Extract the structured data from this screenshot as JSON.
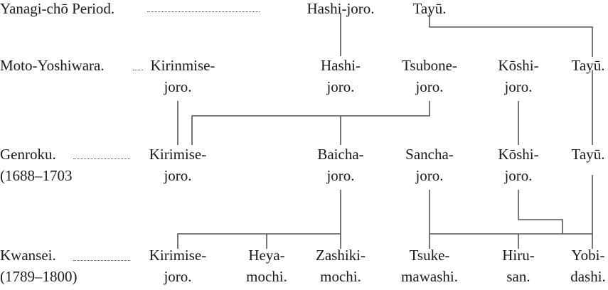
{
  "periods": [
    {
      "name": "Yanagi-chō Period.",
      "dates": ""
    },
    {
      "name": "Moto-Yoshiwara.",
      "dates": ""
    },
    {
      "name": "Genroku.",
      "dates": "(1688–1703"
    },
    {
      "name": "Kwansei.",
      "dates": "(1789–1800)"
    }
  ],
  "rows": {
    "yanagi": [
      {
        "line1": "Hashi-joro.",
        "line2": ""
      },
      {
        "line1": "Tayū.",
        "line2": ""
      }
    ],
    "moto": [
      {
        "line1": "Kirinmise-",
        "line2": "joro."
      },
      {
        "line1": "Hashi-",
        "line2": "joro."
      },
      {
        "line1": "Tsubone-",
        "line2": "joro."
      },
      {
        "line1": "Kōshi-",
        "line2": "joro."
      },
      {
        "line1": "Tayū.",
        "line2": ""
      }
    ],
    "genroku": [
      {
        "line1": "Kirimise-",
        "line2": "joro."
      },
      {
        "line1": "Baicha-",
        "line2": "joro."
      },
      {
        "line1": "Sancha-",
        "line2": "joro."
      },
      {
        "line1": "Kōshi-",
        "line2": "joro."
      },
      {
        "line1": "Tayū.",
        "line2": ""
      }
    ],
    "kwansei": [
      {
        "line1": "Kirimise-",
        "line2": "joro."
      },
      {
        "line1": "Heya-",
        "line2": "mochi."
      },
      {
        "line1": "Zashiki-",
        "line2": "mochi."
      },
      {
        "line1": "Tsuke-",
        "line2": "mawashi."
      },
      {
        "line1": "Hiru-",
        "line2": "san."
      },
      {
        "line1": "Yobi-",
        "line2": "dashi."
      }
    ]
  },
  "colors": {
    "line": "#555555",
    "text": "#1a1a1a"
  }
}
